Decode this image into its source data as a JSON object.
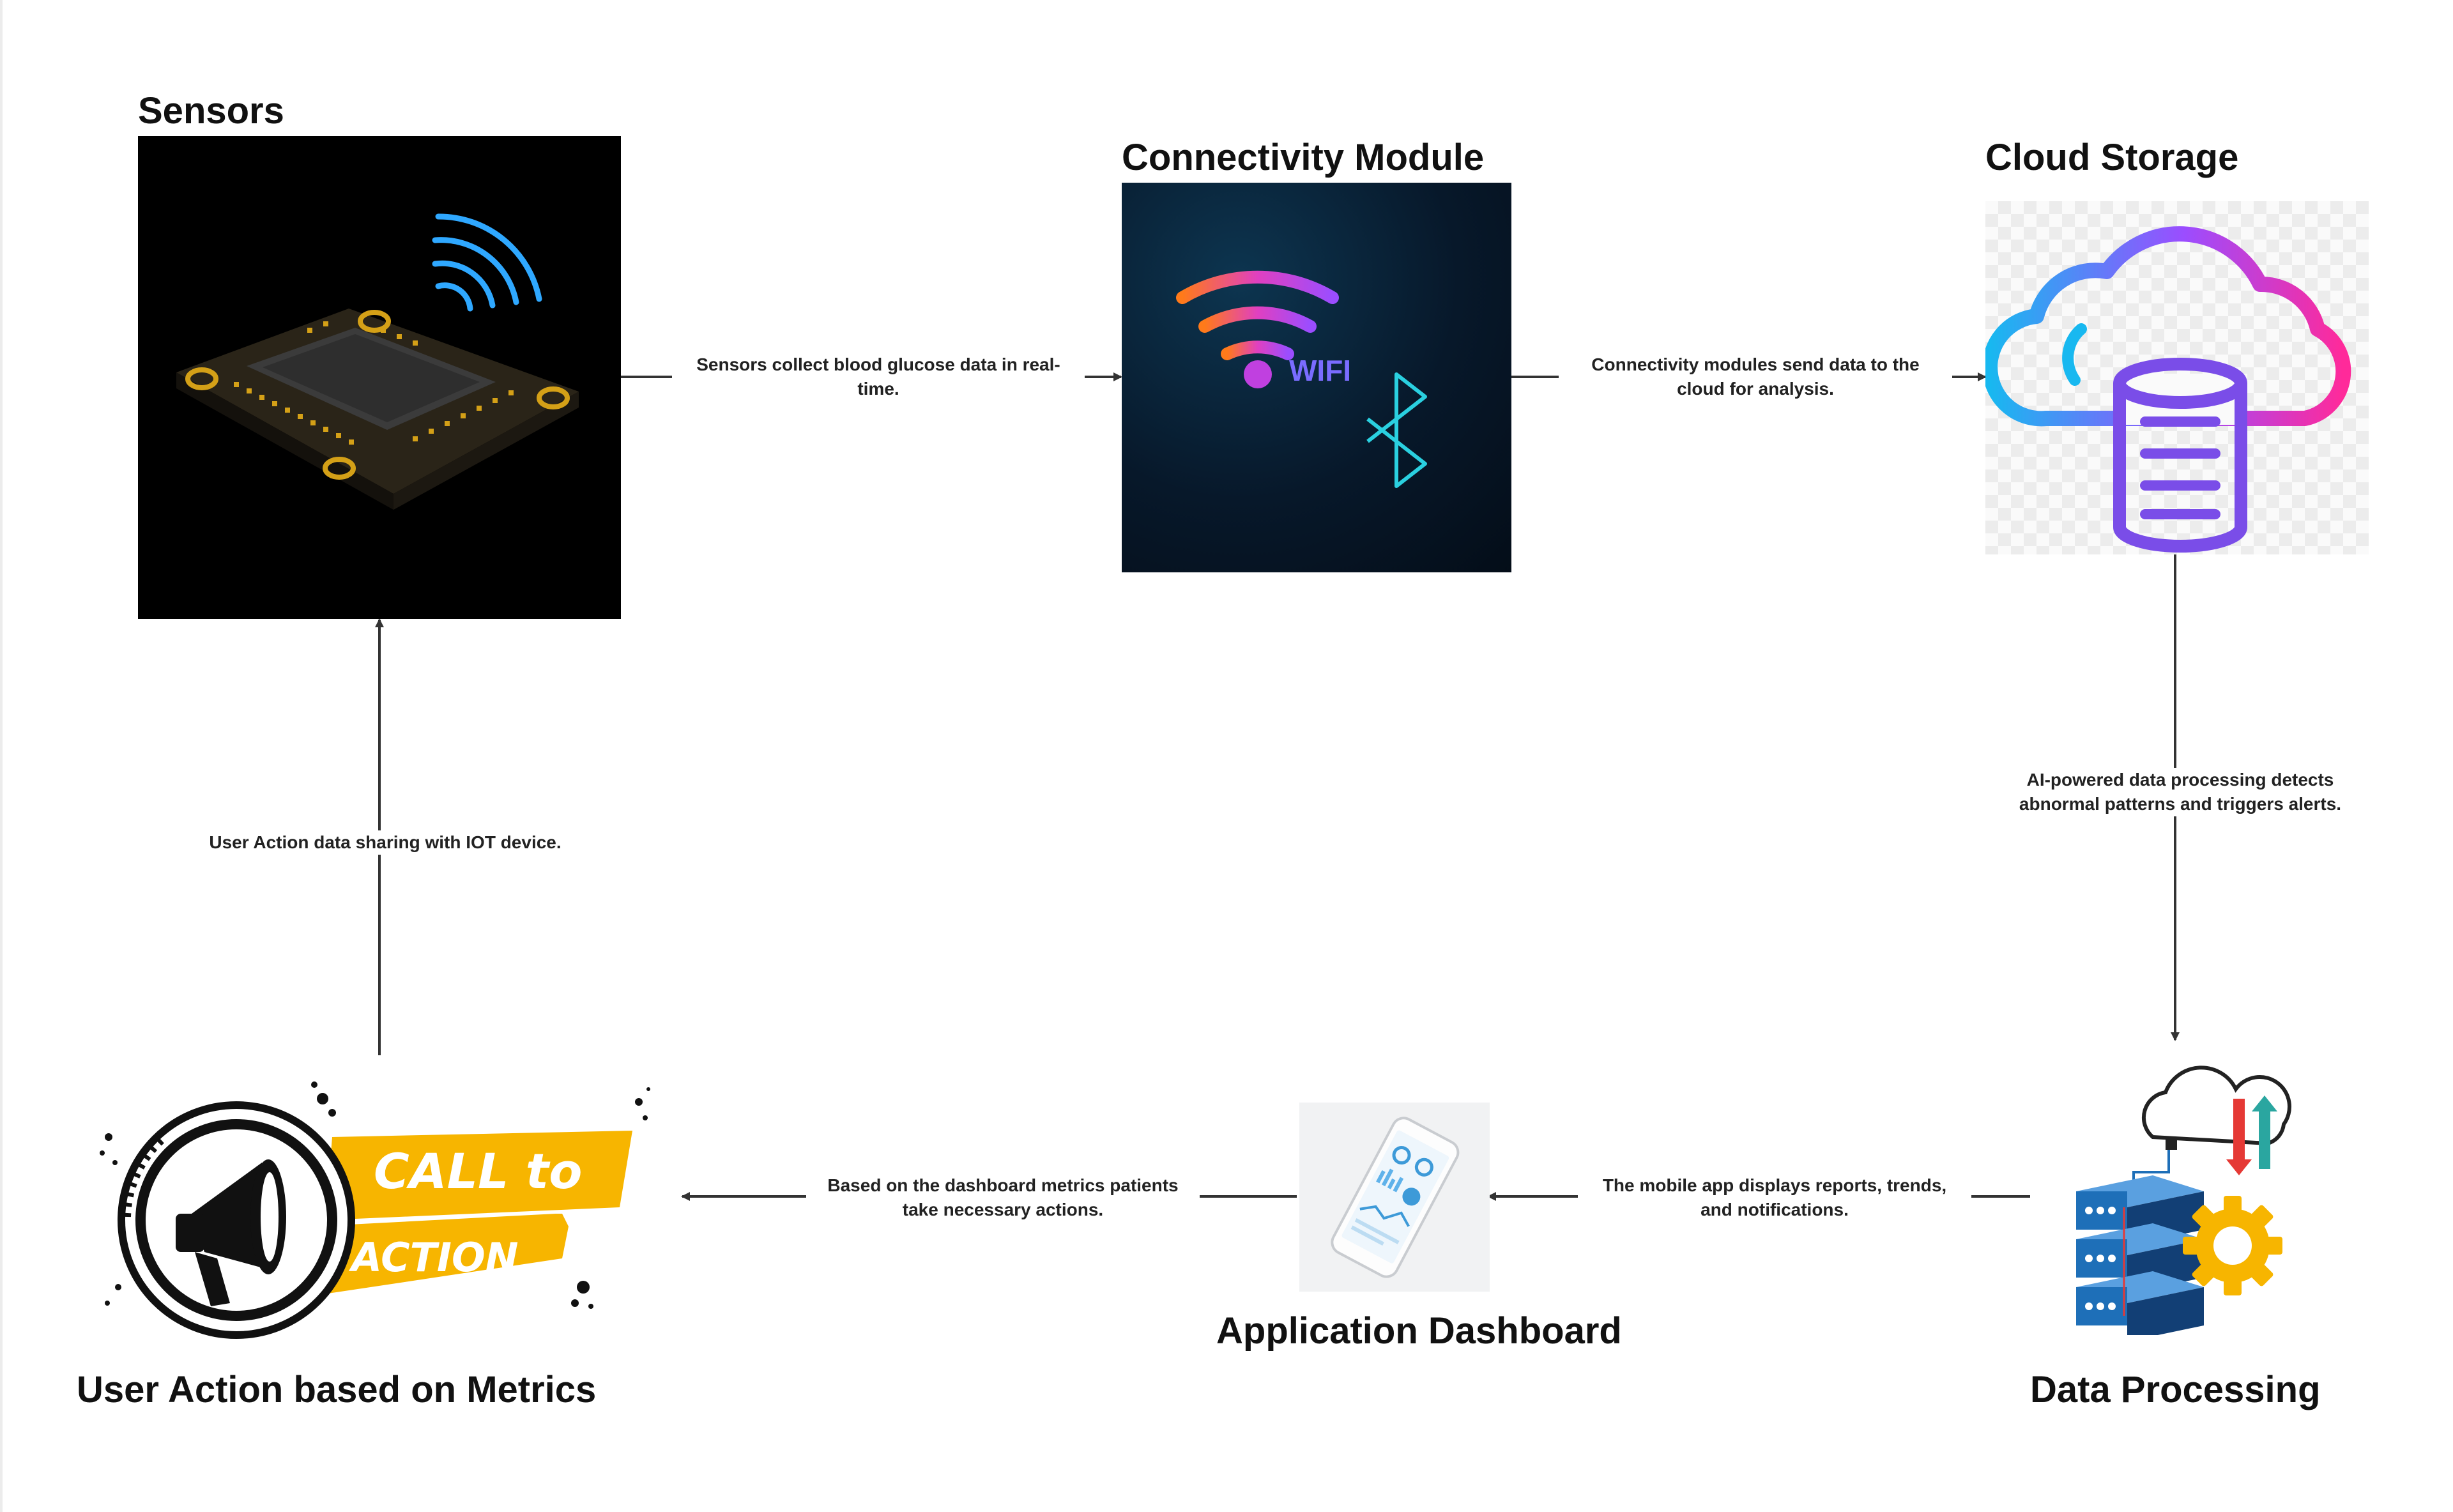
{
  "nodes": {
    "sensors": {
      "title": "Sensors"
    },
    "connectivity": {
      "title": "Connectivity Module",
      "wifi_text": "WIFI"
    },
    "cloud": {
      "title": "Cloud Storage"
    },
    "processing": {
      "title": "Data Processing"
    },
    "dashboard": {
      "title": "Application Dashboard"
    },
    "user_action": {
      "title": "User Action based on Metrics",
      "cta_line1": "CALL to",
      "cta_line2": "ACTION"
    }
  },
  "edges": {
    "sensors_to_connectivity": {
      "line1": "Sensors collect blood glucose data in real-",
      "line2": "time."
    },
    "connectivity_to_cloud": {
      "line1": "Connectivity modules send data to the",
      "line2": "cloud for analysis."
    },
    "cloud_to_processing": {
      "line1": "AI-powered data processing detects",
      "line2": "abnormal patterns and triggers alerts."
    },
    "processing_to_dashboard": {
      "line1": "The mobile app displays reports, trends,",
      "line2": "and notifications."
    },
    "dashboard_to_user": {
      "line1": "Based on the dashboard metrics patients",
      "line2": "take necessary actions."
    },
    "user_to_sensors": {
      "line1": "User Action data sharing with IOT device."
    }
  },
  "colors": {
    "arrow": "#333333",
    "cta_yellow": "#f7b500",
    "wifi_pink": "#e040c0",
    "bluetooth_cyan": "#2ad0e0",
    "server_blue": "#1e6fb8"
  },
  "icons": [
    "sensor-chip-icon",
    "wifi-icon",
    "bluetooth-icon",
    "cloud-database-icon",
    "server-gear-icon",
    "smartphone-icon",
    "megaphone-icon"
  ]
}
